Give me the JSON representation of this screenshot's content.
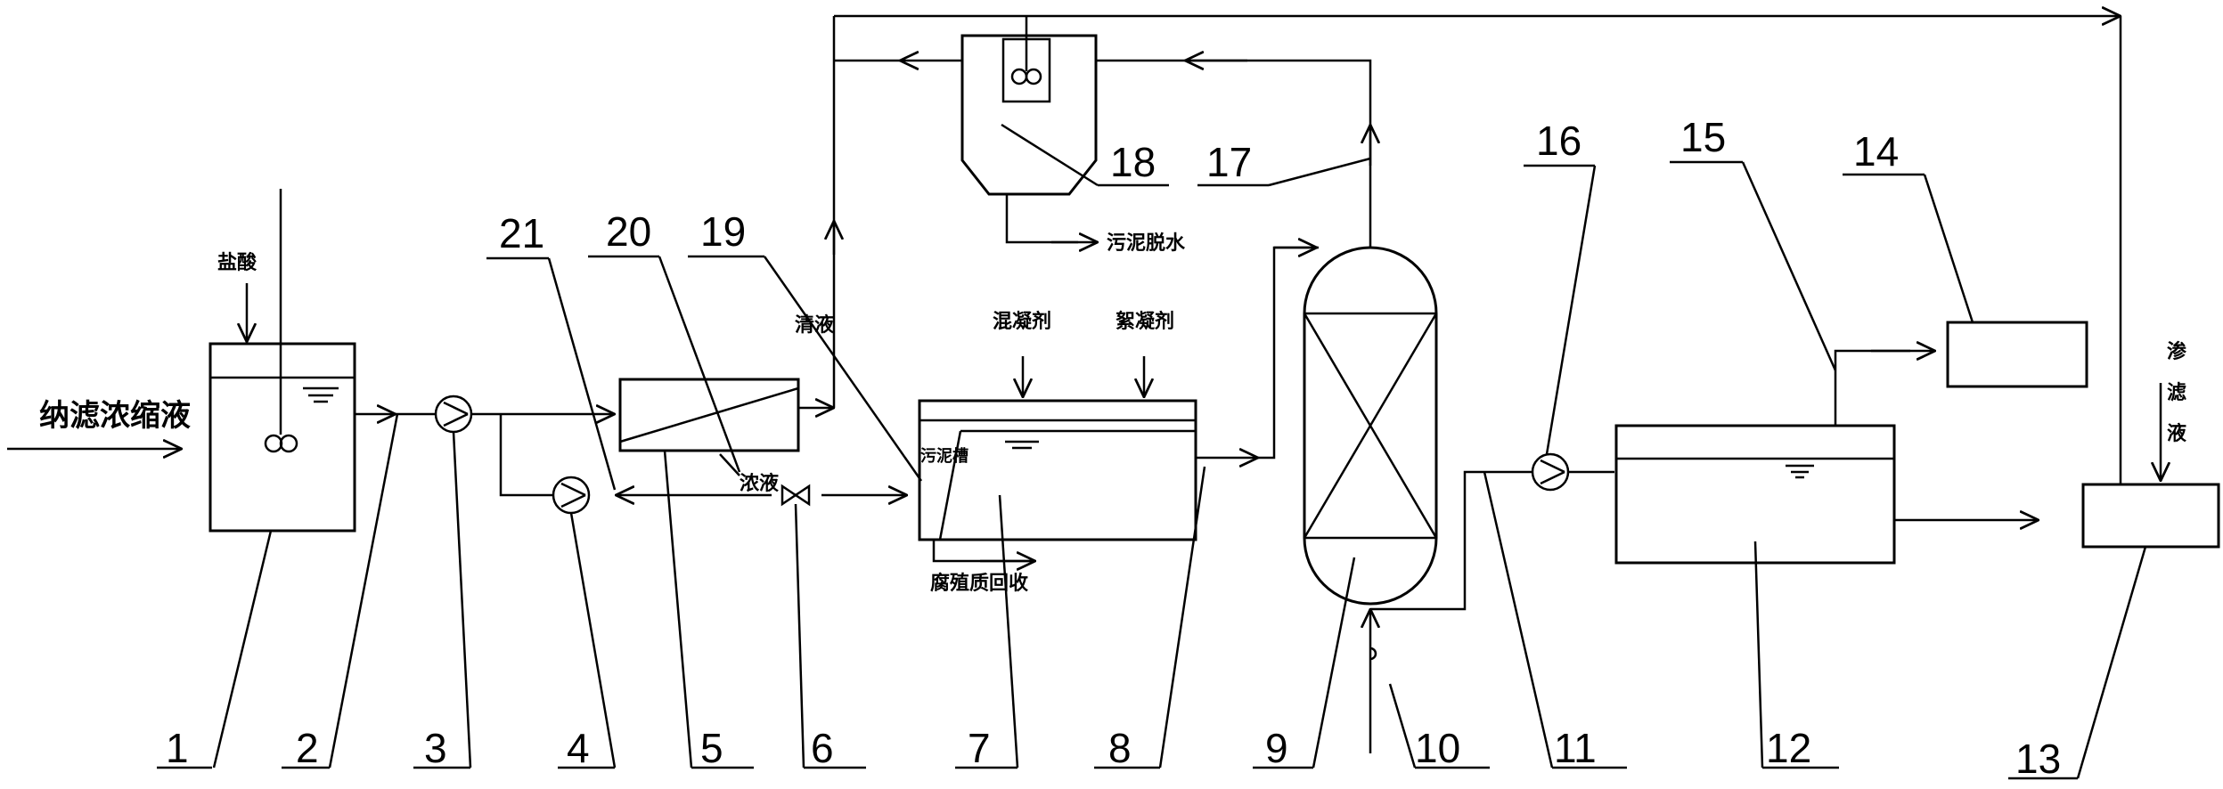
{
  "labels": {
    "feed": "纳滤浓缩液",
    "hcl": "盐酸",
    "clear_liquid": "清液",
    "concentrate": "浓液",
    "sludge_tank": "污泥槽",
    "coagulant": "混凝剂",
    "flocculant": "絮凝剂",
    "humic_recovery": "腐殖质回收",
    "sludge_dewatering": "污泥脱水",
    "leachate": "渗滤液"
  },
  "numbers": [
    "1",
    "2",
    "3",
    "4",
    "5",
    "6",
    "7",
    "8",
    "9",
    "10",
    "11",
    "12",
    "13",
    "14",
    "15",
    "16",
    "17",
    "18",
    "19",
    "20",
    "21"
  ]
}
